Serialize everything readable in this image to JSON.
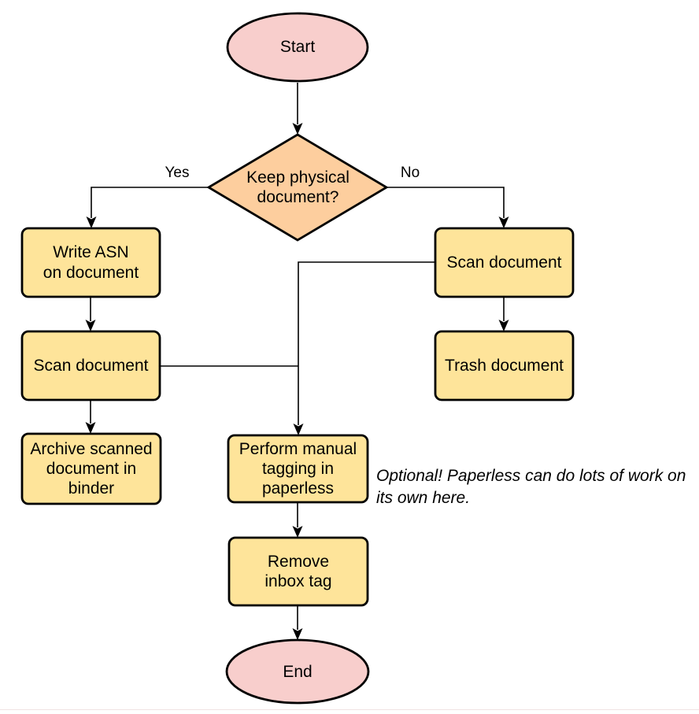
{
  "diagram": {
    "type": "flowchart",
    "nodes": {
      "start": "Start",
      "decision": "Keep physical\ndocument?",
      "write_asn": "Write ASN\non document",
      "scan_left": "Scan document",
      "archive": "Archive scanned\ndocument in\nbinder",
      "scan_right": "Scan document",
      "trash": "Trash document",
      "tagging": "Perform manual\ntagging in\npaperless",
      "remove_inbox": "Remove\ninbox tag",
      "end": "End"
    },
    "edge_labels": {
      "yes": "Yes",
      "no": "No"
    },
    "annotation": "Optional! Paperless can do lots of work on\nits own here.",
    "colors": {
      "terminator_fill": "#f8cecc",
      "decision_fill": "#fdce9e",
      "process_fill": "#fee49a",
      "stroke": "#000000"
    }
  }
}
